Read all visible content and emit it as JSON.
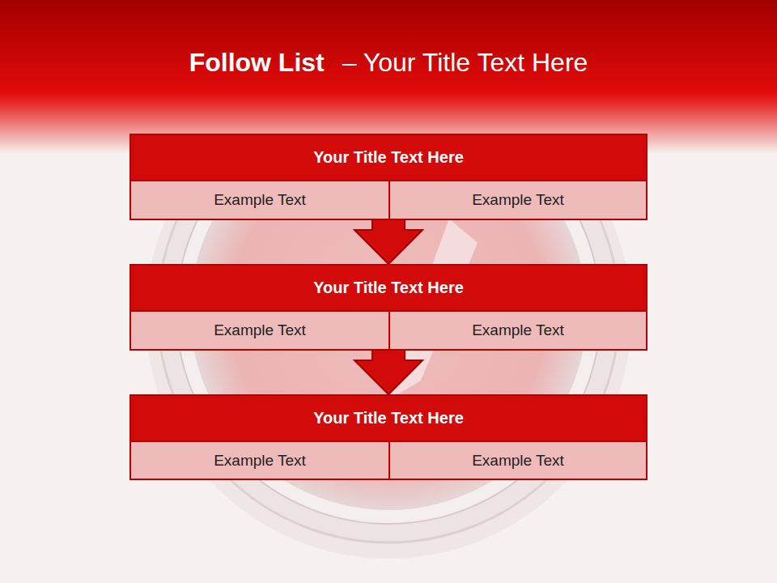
{
  "diagram": {
    "title": "Follow List",
    "nodes": [
      {
        "text": [
          "Your Title Text Here"
        ]
      },
      {
        "text": [
          "Example Text"
        ],
        "in": 0
      },
      {
        "text": [
          "Example Text"
        ],
        "in": 0
      },
      {
        "text": [
          "Your Title Text Here"
        ]
      },
      {
        "text": [
          "Example Text"
        ],
        "in": 3
      },
      {
        "text": [
          "Example Text"
        ],
        "in": 3
      },
      {
        "text": [
          "Your Title Text Here"
        ]
      },
      {
        "text": [
          "Example Text"
        ],
        "in": 6
      },
      {
        "text": [
          "Example Text"
        ],
        "in": 6
      }
    ],
    "edges": [
      {
        "from": 0,
        "to": 3,
        "arrow": "to"
      },
      {
        "from": 3,
        "to": 6,
        "arrow": "to"
      }
    ],
    "labels": [
      "– Your Title Text Here"
    ]
  }
}
